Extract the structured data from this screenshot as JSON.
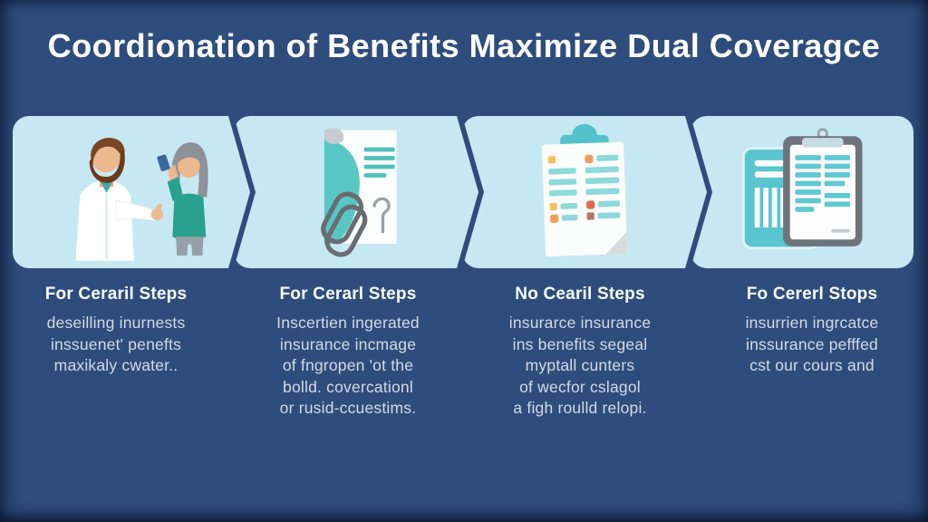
{
  "title": "Coordionation of Benefits Maximize Dual Coveragce",
  "colors": {
    "background": "#2e4d7c",
    "edge_vignette": "#1d3a63",
    "panel_fill": "#c6e8f3",
    "title_text": "#ffffff",
    "heading_text": "#fafcfe",
    "body_text": "#d2dae4",
    "accent_teal": "#58c6c2",
    "accent_orange": "#ed9b5c"
  },
  "steps": [
    {
      "icon": "doctor-patient-illustration",
      "heading": "For Ceraril Steps",
      "lines": [
        "deseilling inurnests",
        "inssuenet' penefts",
        "maxikaly cwater.."
      ]
    },
    {
      "icon": "document-paperclip-illustration",
      "heading": "For Cerarl Steps",
      "lines": [
        "Inscertien ingerated",
        "insurance incmage",
        "of fngropen 'ot the",
        "bolld. covercationl",
        "or rusid-ccuestims."
      ]
    },
    {
      "icon": "checklist-clipboard-illustration",
      "heading": "No Cearil Steps",
      "lines": [
        "insurarce insurance",
        "ins benefits segeal",
        "myptall cunters",
        "of wecfor cslagol",
        "a figh roulld relopi."
      ]
    },
    {
      "icon": "clipboard-report-illustration",
      "heading": "Fo Cererl Stops",
      "lines": [
        "insurrien ingrcatce",
        "inssurance pefffed",
        "cst our cours and"
      ]
    }
  ]
}
